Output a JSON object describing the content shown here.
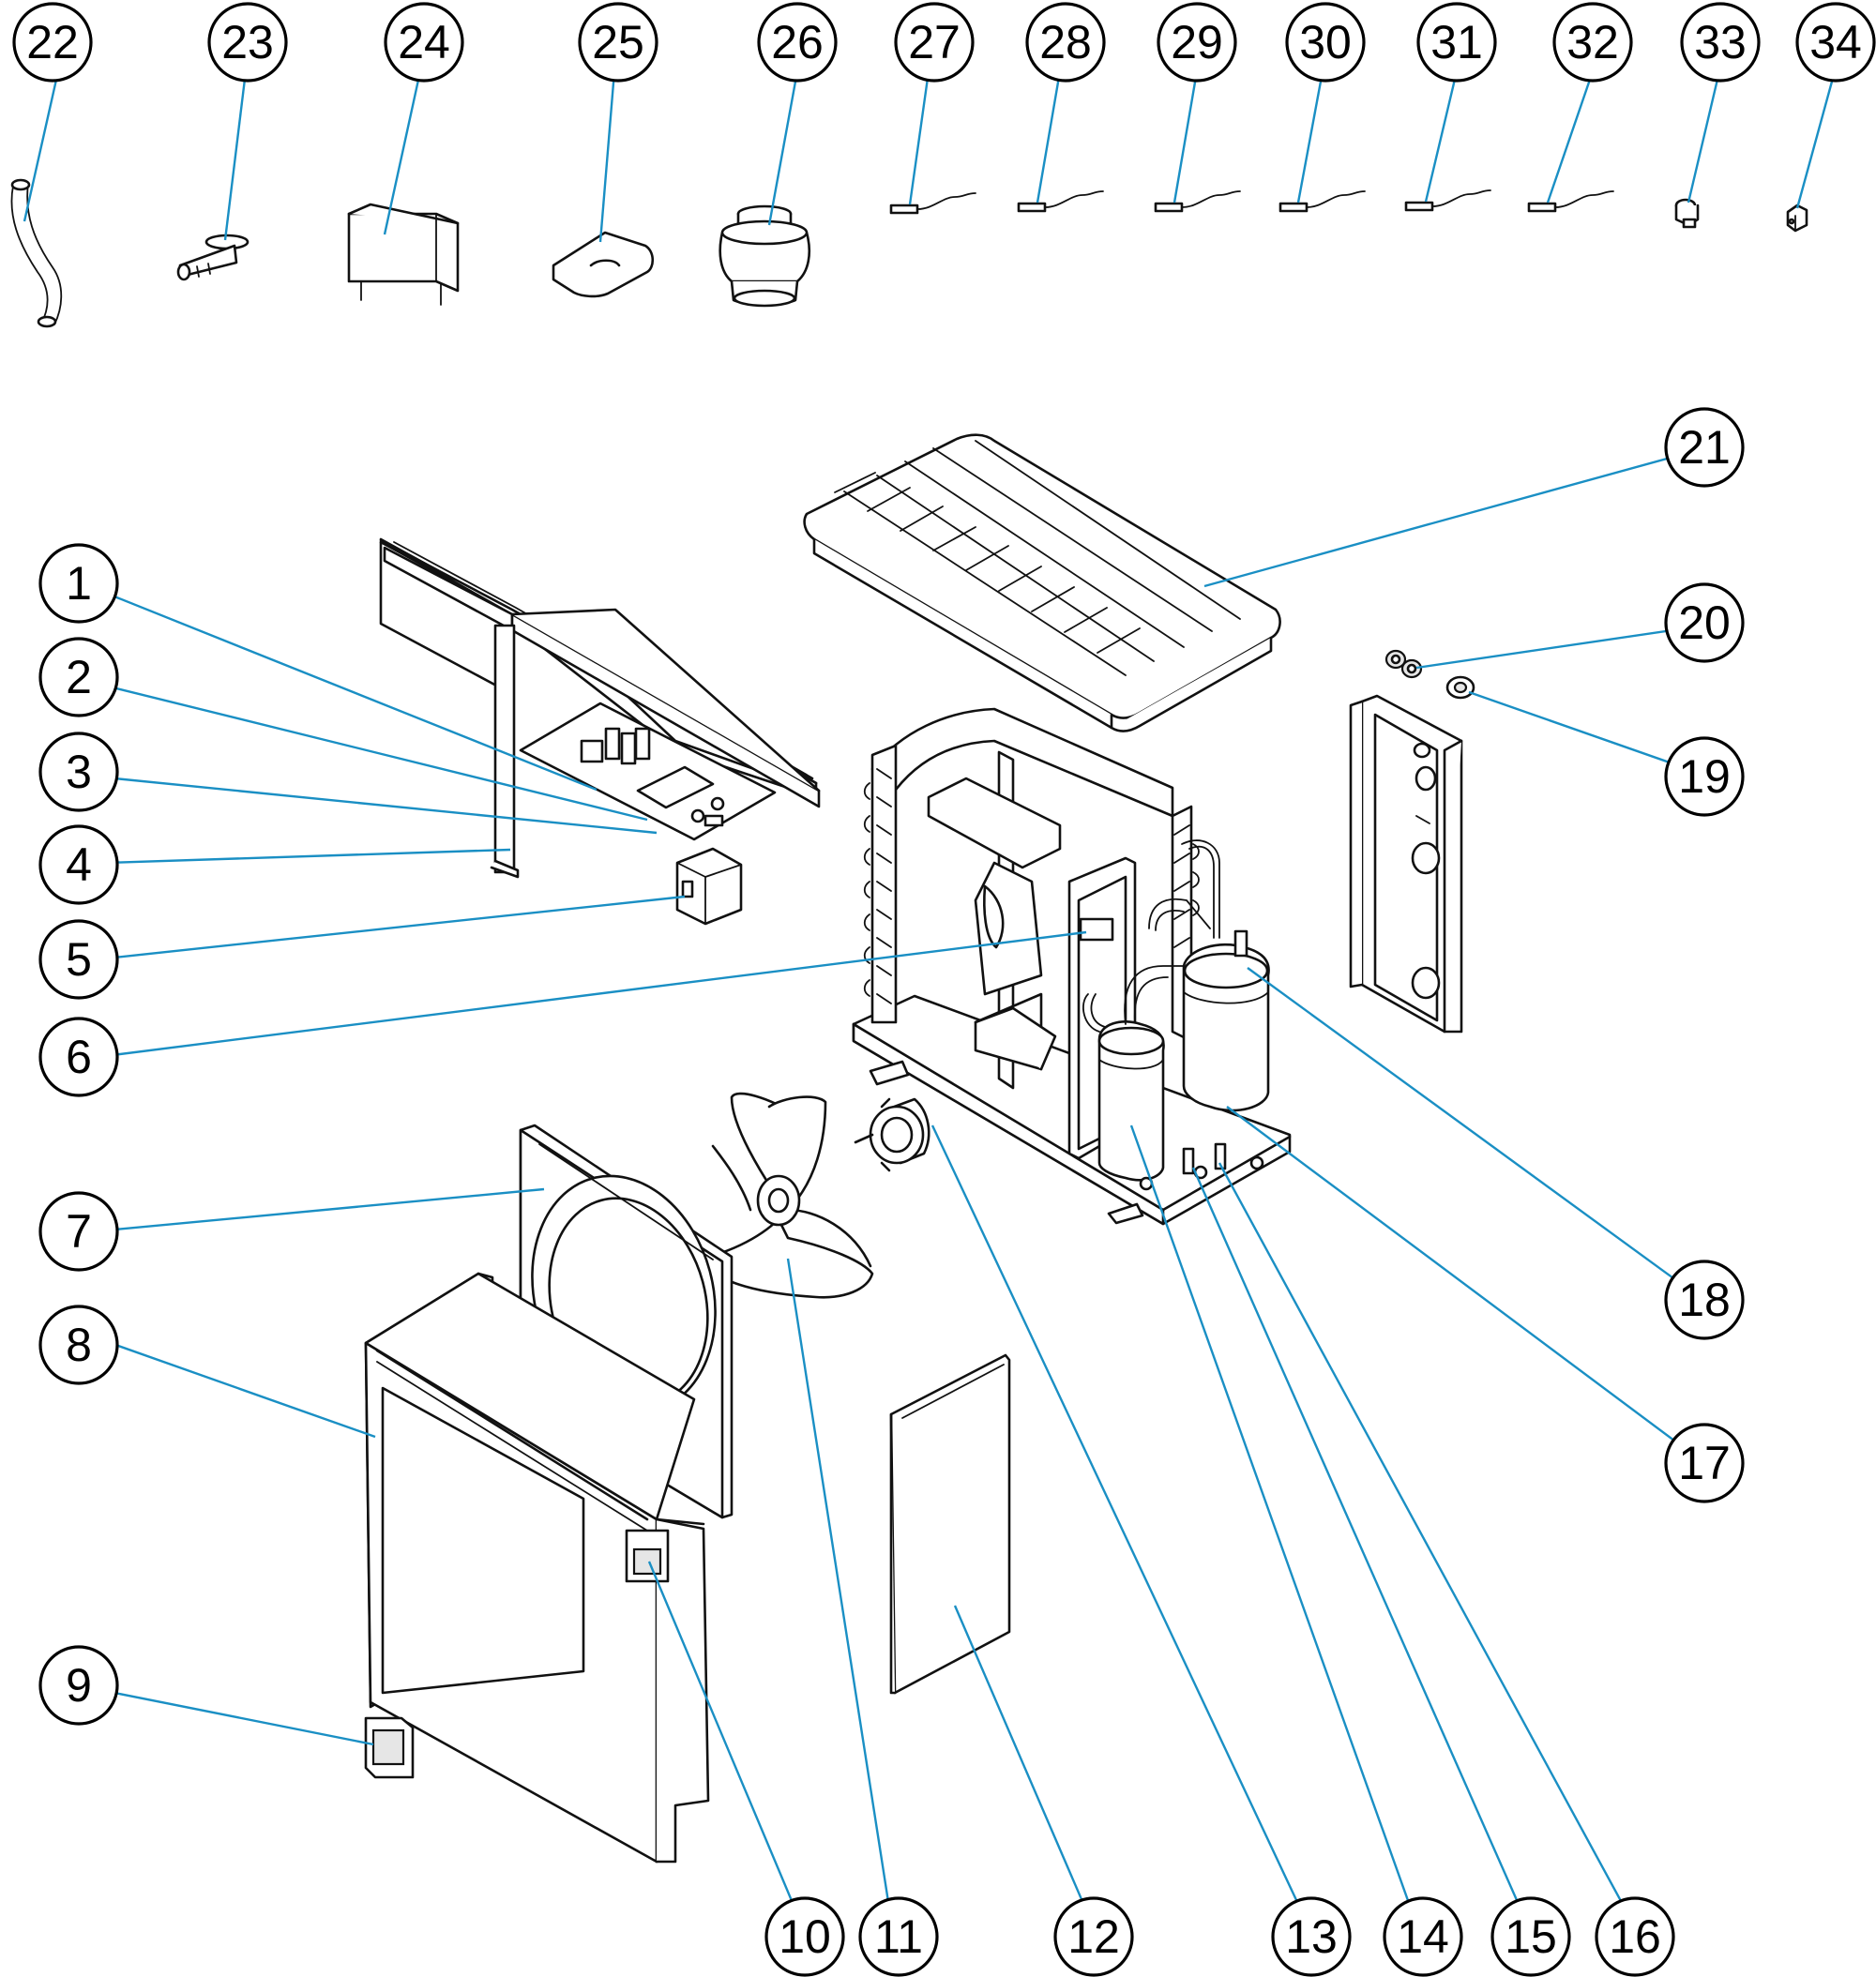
{
  "colors": {
    "leader": "#1a8fc4",
    "outline": "#111111",
    "callout_border": "#000000",
    "background": "#ffffff"
  },
  "callouts": [
    {
      "label": "1"
    },
    {
      "label": "2"
    },
    {
      "label": "3"
    },
    {
      "label": "4"
    },
    {
      "label": "5"
    },
    {
      "label": "6"
    },
    {
      "label": "7"
    },
    {
      "label": "8"
    },
    {
      "label": "9"
    },
    {
      "label": "10"
    },
    {
      "label": "11"
    },
    {
      "label": "12"
    },
    {
      "label": "13"
    },
    {
      "label": "14"
    },
    {
      "label": "15"
    },
    {
      "label": "16"
    },
    {
      "label": "17"
    },
    {
      "label": "18"
    },
    {
      "label": "19"
    },
    {
      "label": "20"
    },
    {
      "label": "21"
    },
    {
      "label": "22"
    },
    {
      "label": "23"
    },
    {
      "label": "24"
    },
    {
      "label": "25"
    },
    {
      "label": "26"
    },
    {
      "label": "27"
    },
    {
      "label": "28"
    },
    {
      "label": "29"
    },
    {
      "label": "30"
    },
    {
      "label": "31"
    },
    {
      "label": "32"
    },
    {
      "label": "33"
    },
    {
      "label": "34"
    }
  ]
}
